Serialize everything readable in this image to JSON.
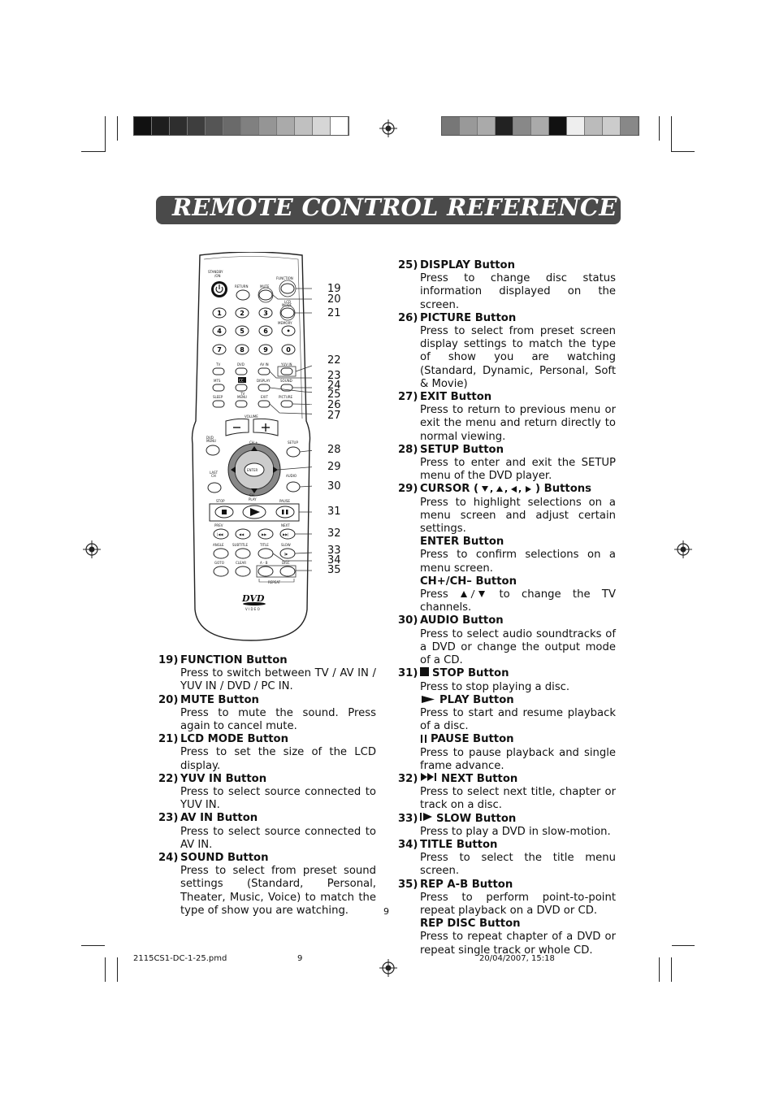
{
  "title": "REMOTE CONTROL REFERENCE GUIDE",
  "page_number": "9",
  "footer": {
    "file": "2115CS1-DC-1-25.pmd",
    "page": "9",
    "date": "20/04/2007, 15:18"
  },
  "colors": {
    "title_bar": "#4a4a4a",
    "title_text": "#ffffff"
  },
  "swatches_left": [
    "#111111",
    "#1e1e1e",
    "#2e2e2e",
    "#3e3e3e",
    "#555555",
    "#6a6a6a",
    "#808080",
    "#959595",
    "#aaaaaa",
    "#c0c0c0",
    "#d6d6d6",
    "#ffffff"
  ],
  "swatches_right": [
    "#777777",
    "#999999",
    "#aaaaaa",
    "#222222",
    "#888888",
    "#aaaaaa",
    "#111111",
    "#eeeeee",
    "#bbbbbb",
    "#cccccc",
    "#888888"
  ],
  "remote": {
    "labels": {
      "standby": "STANDBY",
      "on": "/ON",
      "return": "RETURN",
      "mute": "MUTE",
      "function": "FUNCTION",
      "lcd": "LCD",
      "mode": "MODE",
      "memory": "MEMORY",
      "tv": "TV",
      "dvd": "DVD",
      "avin": "AV IN",
      "yuvin": "YUV IN",
      "mts": "MTS",
      "cc": "CC",
      "display": "DISPLAY",
      "sound": "SOUND",
      "sleep": "SLEEP",
      "tvmenu1": "TV",
      "tvmenu2": "MENU",
      "exit": "EXIT",
      "picture": "PICTURE",
      "volume": "VOLUME",
      "dvdmenu1": "DVD",
      "dvdmenu2": "MENU",
      "chplus": "CH +",
      "setup": "SETUP",
      "enter": "ENTER",
      "last1": "LAST",
      "last2": "CH",
      "audio": "AUDIO",
      "stop": "STOP",
      "chminus": "CH –",
      "play": "PLAY",
      "pause": "PAUSE",
      "prev": "PREV",
      "next": "NEXT",
      "angle": "ANGLE",
      "subtitle": "SUBTITLE",
      "title": "TITLE",
      "slow": "SLOW",
      "goto": "GOTO",
      "clear": "CLEAR",
      "ab": "A - B",
      "disc": "DISC",
      "repeat": "REPEAT",
      "logo": "DVD",
      "logo_sub": "V I D E O"
    },
    "digits": [
      "1",
      "2",
      "3",
      "4",
      "5",
      "6",
      "7",
      "8",
      "9",
      "0",
      "•"
    ],
    "callouts": [
      "19",
      "20",
      "21",
      "22",
      "23",
      "24",
      "25",
      "26",
      "27",
      "28",
      "29",
      "30",
      "31",
      "32",
      "33",
      "34",
      "35"
    ]
  },
  "left_entries": [
    {
      "num": "19)",
      "head": "FUNCTION  Button",
      "desc": "Press to switch between TV / AV IN / YUV IN / DVD / PC IN."
    },
    {
      "num": "20)",
      "head": "MUTE Button",
      "desc": "Press to mute the sound. Press again to cancel mute."
    },
    {
      "num": "21)",
      "head": "LCD MODE Button",
      "desc": "Press to set the size of the LCD display."
    },
    {
      "num": "22)",
      "head": "YUV IN Button",
      "desc": "Press to select source connected to YUV IN."
    },
    {
      "num": "23)",
      "head": "AV IN Button",
      "desc": "Press to select source connected to AV IN."
    },
    {
      "num": "24)",
      "head": "SOUND Button",
      "desc": "Press to select from preset sound settings (Standard, Personal, Theater, Music, Voice) to match the type of show you are watching."
    }
  ],
  "right": {
    "e25": {
      "num": "25)",
      "head": "DISPLAY Button",
      "desc": "Press to change disc status information displayed on the screen."
    },
    "e26": {
      "num": "26)",
      "head": "PICTURE Button",
      "desc": "Press to select from preset screen display settings to match the type of show you are watching (Standard, Dynamic, Personal, Soft & Movie)"
    },
    "e27": {
      "num": "27)",
      "head": "EXIT Button",
      "desc": "Press to return to previous menu or exit the menu and return directly to normal viewing."
    },
    "e28": {
      "num": "28)",
      "head": "SETUP  Button",
      "desc": "Press to enter and exit the SETUP menu of the DVD player."
    },
    "e29": {
      "num": "29)",
      "head_a": "CURSOR (",
      "head_b": ") Buttons",
      "desc": "Press to highlight selections on a menu screen and adjust certain settings.",
      "sub1": "ENTER Button",
      "desc1": "Press to confirm selections on a menu screen.",
      "sub2": "CH+/CH– Button",
      "desc2_a": "Press",
      "desc2_b": "to change the TV channels."
    },
    "e30": {
      "num": "30)",
      "head": "AUDIO Button",
      "desc": "Press to select audio soundtracks of a DVD or change the output mode of a CD."
    },
    "e31": {
      "num": "31)",
      "head": "STOP Button",
      "desc": "Press to stop playing a disc.",
      "sub1": "PLAY Button",
      "desc1": "Press to start and resume playback of a disc.",
      "sub2": "PAUSE Button",
      "desc2": "Press to pause playback and single frame advance."
    },
    "e32": {
      "num": "32)",
      "head": "NEXT Button",
      "desc": "Press to select next title, chapter or track on a disc."
    },
    "e33": {
      "num": "33)",
      "head": "SLOW Button",
      "desc": "Press to play a DVD in slow-motion."
    },
    "e34": {
      "num": "34)",
      "head": "TITLE Button",
      "desc": "Press to select the title menu screen."
    },
    "e35": {
      "num": "35)",
      "head": "REP A-B Button",
      "desc": "Press to perform point-to-point repeat playback on a DVD or CD.",
      "sub1": "REP DISC Button",
      "desc1": "Press to repeat chapter of a DVD or repeat single track or whole CD."
    }
  }
}
